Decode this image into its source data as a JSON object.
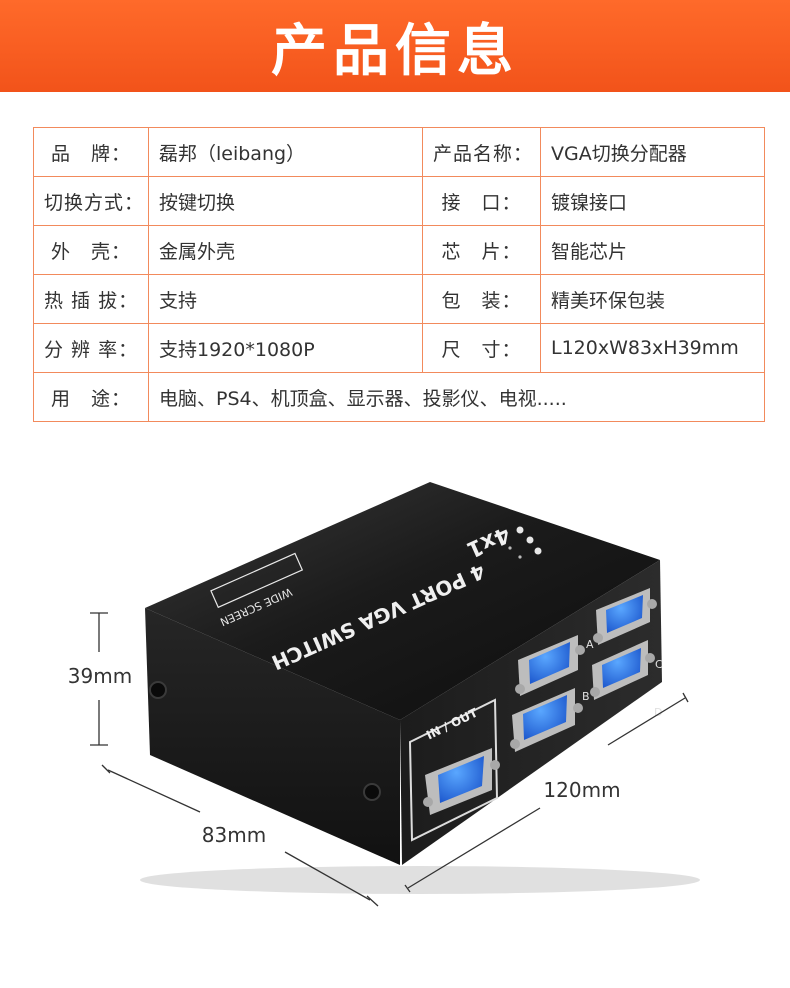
{
  "banner": {
    "title": "产品信息"
  },
  "specs": {
    "rows": [
      {
        "l1": "品　牌：",
        "v1": "磊邦（leibang）",
        "l2": "产品名称：",
        "v2": "VGA切换分配器"
      },
      {
        "l1": "切换方式：",
        "v1": "按键切换",
        "l2": "接　口：",
        "v2": "镀镍接口"
      },
      {
        "l1": "外　壳：",
        "v1": "金属外壳",
        "l2": "芯　片：",
        "v2": "智能芯片"
      },
      {
        "l1": "热 插 拔：",
        "v1": "支持",
        "l2": "包　装：",
        "v2": "精美环保包装"
      },
      {
        "l1": "分 辨 率：",
        "v1": "支持1920*1080P",
        "l2": "尺　寸：",
        "v2": "L120xW83xH39mm"
      }
    ],
    "usage": {
      "label": "用　途：",
      "value": "电脑、PS4、机顶盒、显示器、投影仪、电视....."
    }
  },
  "product": {
    "top_label": "4x1",
    "front_label": "4 PORT VGA SWITCH",
    "badge_label": "WIDE SCREEN",
    "port_label": "IN / OUT",
    "port_letters": [
      "A",
      "B",
      "C",
      "D"
    ],
    "dim_height": "39mm",
    "dim_width": "83mm",
    "dim_length": "120mm"
  }
}
